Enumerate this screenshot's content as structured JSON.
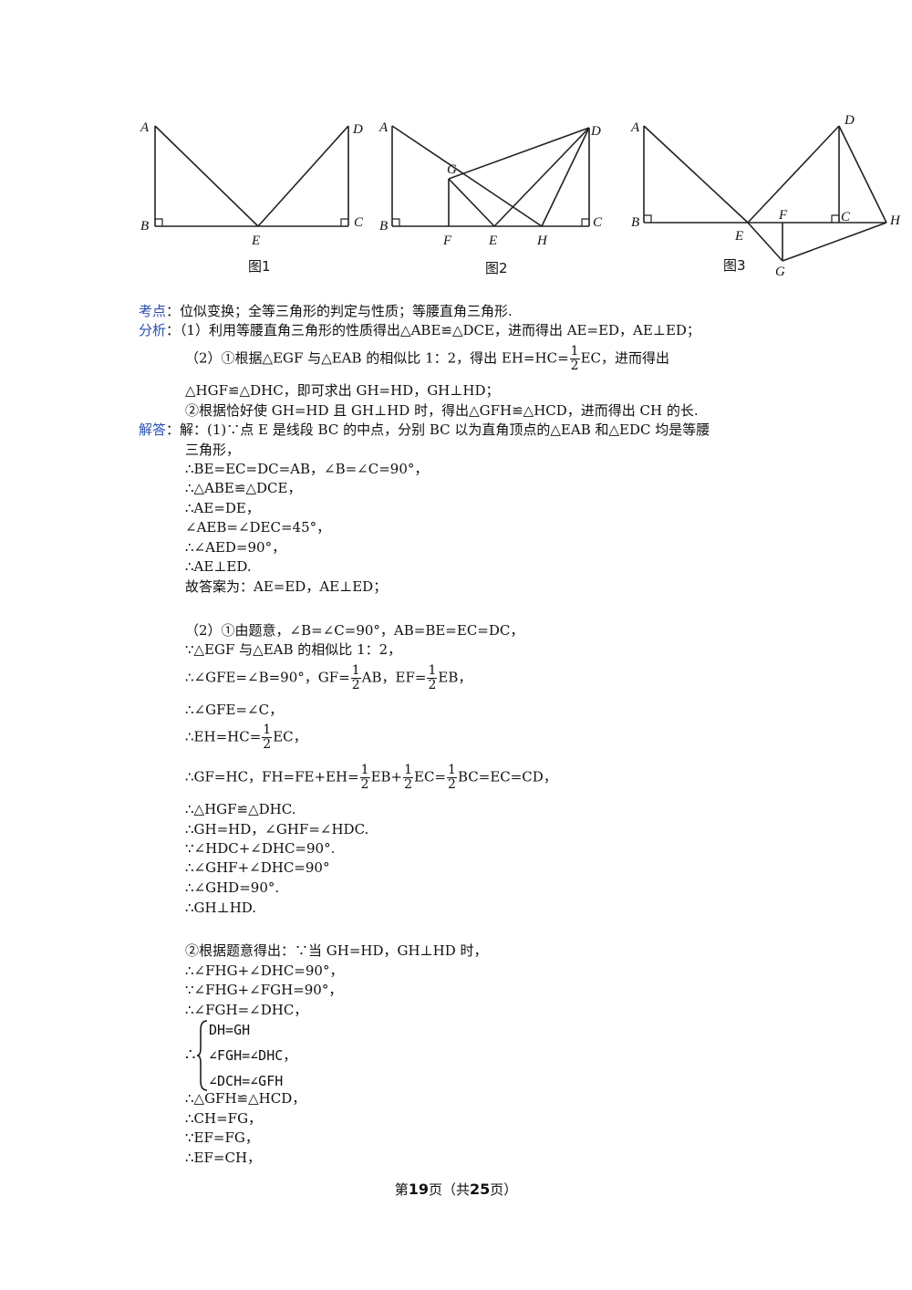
{
  "figures": {
    "fig1": {
      "caption": "图1",
      "labels": {
        "A": "A",
        "B": "B",
        "C": "C",
        "D": "D",
        "E": "E"
      }
    },
    "fig2": {
      "caption": "图2",
      "labels": {
        "A": "A",
        "B": "B",
        "C": "C",
        "D": "D",
        "E": "E",
        "F": "F",
        "G": "G",
        "H": "H"
      }
    },
    "fig3": {
      "caption": "图3",
      "labels": {
        "A": "A",
        "B": "B",
        "C": "C",
        "D": "D",
        "E": "E",
        "F": "F",
        "G": "G",
        "H": "H"
      }
    }
  },
  "kaodian": {
    "tag": "考点",
    "text": "：位似变换；全等三角形的判定与性质；等腰直角三角形."
  },
  "fenxi": {
    "tag": "分析",
    "l1": "：（1）利用等腰直角三角形的性质得出△ABE≌△DCE，进而得出 AE=ED，AE⊥ED；",
    "l2a": "（2）①根据△EGF 与△EAB 的相似比 1：2，得出 EH=HC=",
    "l2b": "EC，进而得出",
    "l3": "△HGF≌△DHC，即可求出 GH=HD，GH⊥HD；",
    "l4": "②根据恰好使 GH=HD 且 GH⊥HD 时，得出△GFH≌△HCD，进而得出 CH 的长."
  },
  "jieda": {
    "tag": "解答",
    "l1": "：解：(1)∵点 E 是线段 BC 的中点，分别 BC 以为直角顶点的△EAB 和△EDC 均是等腰",
    "l2": "三角形，",
    "l3": "∴BE=EC=DC=AB，∠B=∠C=90°，",
    "l4": "∴△ABE≌△DCE，",
    "l5": "∴AE=DE，",
    "l6": "∠AEB=∠DEC=45°，",
    "l7": "∴∠AED=90°，",
    "l8": "∴AE⊥ED.",
    "l9": "故答案为：AE=ED，AE⊥ED；",
    "p1": "（2）①由题意，∠B=∠C=90°，AB=BE=EC=DC，",
    "p2": "∵△EGF 与△EAB 的相似比 1：2，",
    "p3a": "∴∠GFE=∠B=90°，GF=",
    "p3b": "AB，EF=",
    "p3c": "EB，",
    "p4": "∴∠GFE=∠C，",
    "p5a": "∴EH=HC=",
    "p5b": "EC，",
    "p6a": "∴GF=HC，FH=FE+EH=",
    "p6b": "EB+",
    "p6c": "EC=",
    "p6d": "BC=EC=CD，",
    "p7": "∴△HGF≌△DHC.",
    "p8": "∴GH=HD，∠GHF=∠HDC.",
    "p9": "∵∠HDC+∠DHC=90°.",
    "p10": "∴∠GHF+∠DHC=90°",
    "p11": "∴∠GHD=90°.",
    "p12": "∴GH⊥HD.",
    "q1": "②根据题意得出：∵当 GH=HD，GH⊥HD 时，",
    "q2": "∴∠FHG+∠DHC=90°，",
    "q3": "∵∠FHG+∠FGH=90°，",
    "q4": "∴∠FGH=∠DHC，",
    "therefore": "∴",
    "sys1": "DH=GH",
    "sys2": "∠FGH=∠DHC，",
    "sys3": "∠DCH=∠GFH",
    "q5": "∴△GFH≌△HCD，",
    "q6": "∴CH=FG，",
    "q7": "∵EF=FG，",
    "q8": "∴EF=CH，"
  },
  "frac": {
    "num": "1",
    "den": "2"
  },
  "footer": {
    "pre": "第",
    "page": "19",
    "mid": "页（共",
    "total": "25",
    "post": "页）"
  }
}
